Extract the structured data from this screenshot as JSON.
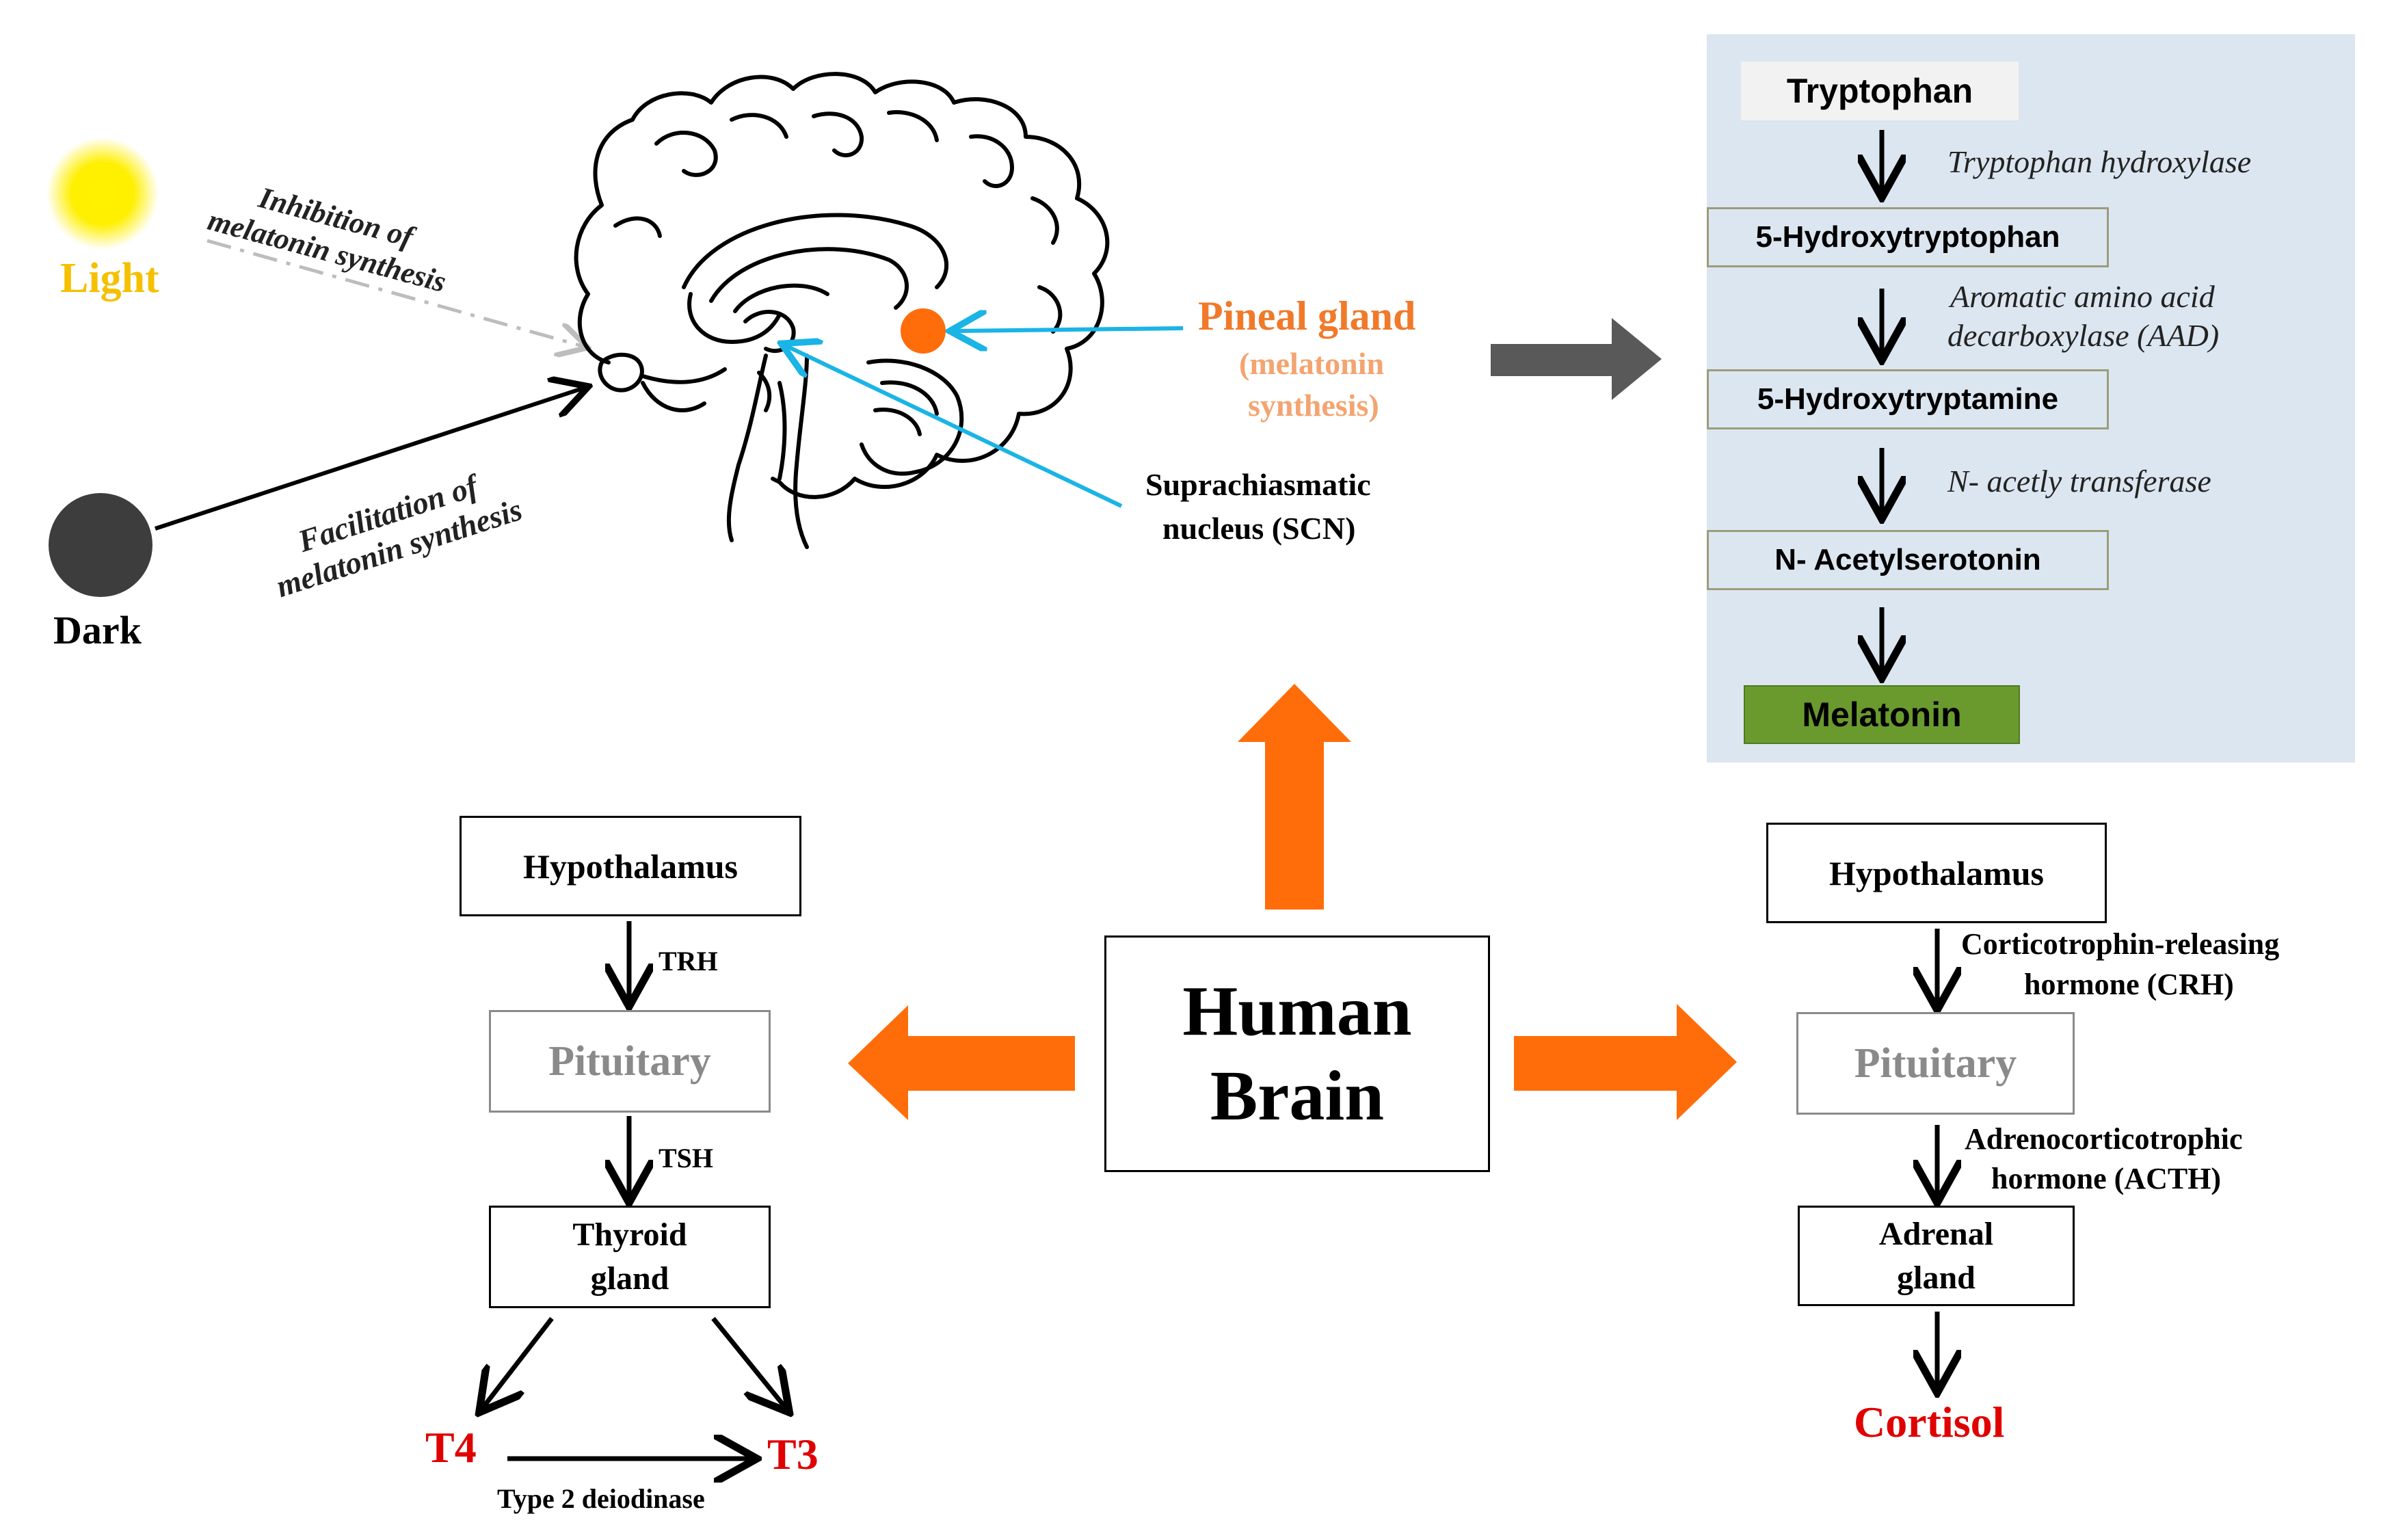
{
  "light_dark": {
    "light_label": "Light",
    "dark_label": "Dark",
    "inhibition_line1": "Inhibition of",
    "inhibition_line2": "melatonin synthesis",
    "facilitation_line1": "Facilitation of",
    "facilitation_line2": "melatonin synthesis"
  },
  "brain_labels": {
    "pineal_title": "Pineal gland",
    "pineal_sub1": "(melatonin",
    "pineal_sub2": "synthesis)",
    "scn_line1": "Suprachiasmatic",
    "scn_line2": "nucleus (SCN)"
  },
  "pathway": {
    "steps": [
      "Tryptophan",
      "5-Hydroxytryptophan",
      "5-Hydroxytryptamine",
      "N- Acetylserotonin",
      "Melatonin"
    ],
    "enzyme1": "Tryptophan hydroxylase",
    "enzyme2_line1": "Aromatic amino acid",
    "enzyme2_line2": "decarboxylase (AAD)",
    "enzyme3": "N- acetly transferase"
  },
  "center": {
    "line1": "Human",
    "line2": "Brain"
  },
  "thyroid_axis": {
    "hypothalamus": "Hypothalamus",
    "trh": "TRH",
    "pituitary": "Pituitary",
    "tsh": "TSH",
    "thyroid_line1": "Thyroid",
    "thyroid_line2": "gland",
    "t4": "T4",
    "t3": "T3",
    "deiodinase": "Type 2 deiodinase"
  },
  "adrenal_axis": {
    "hypothalamus": "Hypothalamus",
    "crh_line1": "Corticotrophin-releasing",
    "crh_line2": "hormone (CRH)",
    "pituitary": "Pituitary",
    "acth_line1": "Adrenocorticotrophic",
    "acth_line2": "hormone (ACTH)",
    "adrenal_line1": "Adrenal",
    "adrenal_line2": "gland",
    "cortisol": "Cortisol"
  },
  "colors": {
    "orange": "#ff6d0a",
    "light_text": "#f5c000",
    "pineal_text": "#f07a2a",
    "pineal_sub_text": "#f4a470",
    "red_text": "#e00000",
    "cyan_arrow": "#1ab4e6",
    "panel_bg": "#dce6f0",
    "melatonin_box": "#6a9a2e",
    "grey_arrow": "#595959"
  }
}
